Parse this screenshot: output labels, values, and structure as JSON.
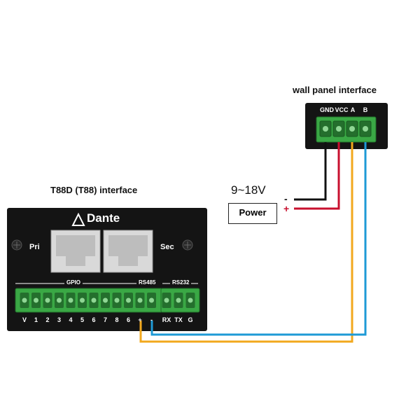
{
  "wall_panel": {
    "title": "wall panel interface",
    "pins": [
      "GND",
      "VCC",
      "A",
      "B"
    ]
  },
  "t88": {
    "title": "T88D (T88) interface",
    "brand": "Dante",
    "pri_label": "Pri",
    "sec_label": "Sec",
    "gpio_label": "GPIO",
    "rs485_label": "RS485",
    "rs232_label": "RS232",
    "bottom_pins": [
      "V",
      "1",
      "2",
      "3",
      "4",
      "5",
      "6",
      "7",
      "8",
      "6",
      "+",
      "-",
      "RX",
      "TX",
      "G"
    ]
  },
  "power": {
    "voltage": "9~18V",
    "label": "Power",
    "minus": "-",
    "plus": "+"
  },
  "colors": {
    "wire_gnd": "#111111",
    "wire_vcc": "#c8102e",
    "wire_a": "#f2a81d",
    "wire_b": "#1e9ad6",
    "terminal_green": "#3aa845",
    "panel": "#141414"
  }
}
